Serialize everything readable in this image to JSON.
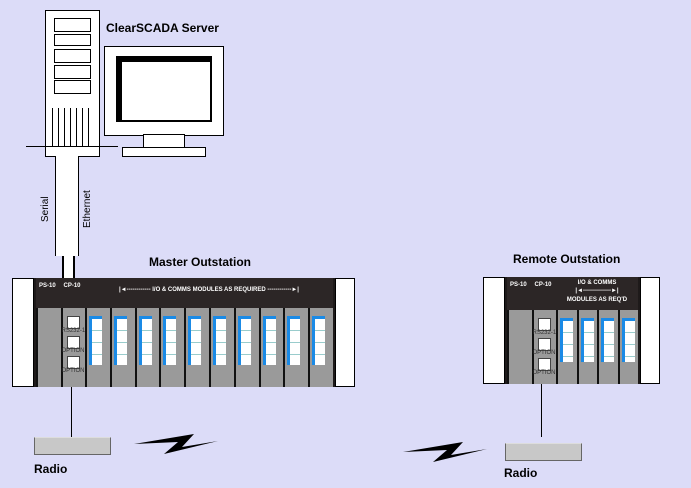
{
  "server": {
    "label": "ClearSCADA Server"
  },
  "links": {
    "serial": "Serial",
    "ethernet": "Ethernet"
  },
  "master": {
    "label": "Master Outstation",
    "ps": "PS-10",
    "cp": "CP-10",
    "io_banner": "I/O & COMMS MODULES AS REQUIRED",
    "ports": [
      "RS232-1",
      "OPTION",
      "OPTION"
    ],
    "io_modules": 10,
    "radio_label": "Radio"
  },
  "remote": {
    "label": "Remote Outstation",
    "ps": "PS-10",
    "cp": "CP-10",
    "io_banner_top": "I/O & COMMS",
    "io_banner_bottom": "MODULES AS REQ'D",
    "ports": [
      "RS232-1",
      "OPTION",
      "OPTION"
    ],
    "io_modules": 4,
    "radio_label": "Radio"
  },
  "colors": {
    "background": "#dcdcf8",
    "io_accent": "#1a8ae6",
    "rack": "#1e1a1a"
  }
}
